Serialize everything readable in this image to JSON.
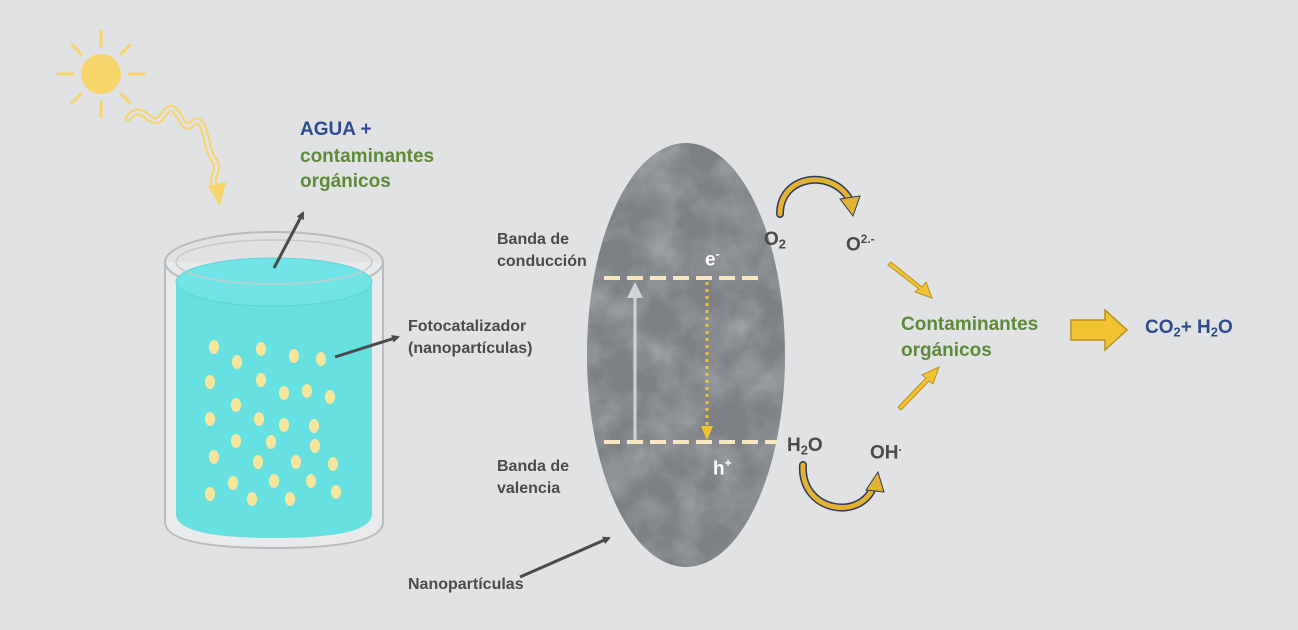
{
  "labels": {
    "water_line1": "AGUA  +",
    "water_line2": "contaminantes",
    "water_line3": "orgánicos",
    "photocatalyst_line1": "Fotocatalizador",
    "photocatalyst_line2": "(nanopartículas)",
    "conduction_line1": "Banda de",
    "conduction_line2": "conducción",
    "valence_line1": "Banda de",
    "valence_line2": "valencia",
    "nanoparticles": "Nanopartículas",
    "electron": "e",
    "electron_sup": "-",
    "hole": "h",
    "hole_sup": "+",
    "o2_base": "O",
    "o2_sub": "2",
    "superoxide_base": "O",
    "superoxide_sup": "2.-",
    "water_base": "H",
    "water_sub": "2",
    "water_end": "O",
    "hydroxyl_base": "OH",
    "hydroxyl_sup": ".",
    "pollutants_line1": "Contaminantes",
    "pollutants_line2": "orgánicos",
    "product_co": "CO",
    "product_sub1": "2",
    "product_plus": "+ H",
    "product_sub2": "2",
    "product_o": "O"
  },
  "colors": {
    "background": "#e1e2e3",
    "blue_text": "#2f4b8f",
    "green_text": "#5e8a3a",
    "gray_text": "#4a4a4a",
    "sun": "#f7d56b",
    "arrow_gold": "#f2c230",
    "water": "#67e0e2",
    "particle": "#f6e59a",
    "band_line": "#f7e6c0"
  },
  "icons": [
    "sun-icon",
    "light-wave-icon",
    "beaker-icon",
    "semiconductor-particle-icon"
  ]
}
